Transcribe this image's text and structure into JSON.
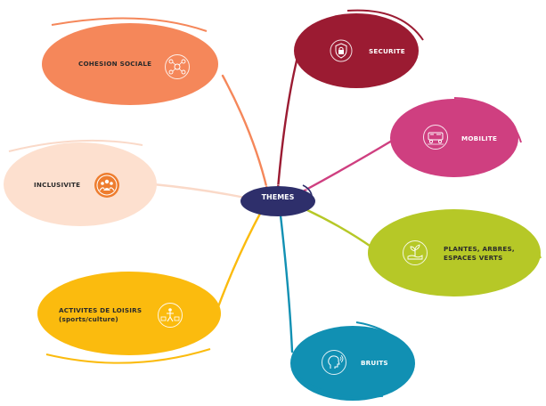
{
  "center": {
    "label": "THEMES",
    "color": "#2e2f6b"
  },
  "nodes": {
    "cohesion": {
      "label": "COHESION SOCIALE",
      "color": "#f5875a",
      "text_color": "#2b2b2b",
      "icon": "social-network-icon"
    },
    "inclusivite": {
      "label": "INCLUSIVITE",
      "color": "#fde0cf",
      "text_color": "#2b2b2b",
      "icon": "group-people-icon"
    },
    "loisirs": {
      "label_line1": "ACTIVITES DE LOISIRS",
      "label_line2": "(sports/culture)",
      "color": "#fbbb0e",
      "text_color": "#2b2b2b",
      "icon": "sports-culture-icon"
    },
    "securite": {
      "label": "SECURITE",
      "color": "#9b1b32",
      "text_color": "#ffffff",
      "icon": "lock-shield-icon"
    },
    "mobilite": {
      "label": "MOBILITE",
      "color": "#cf3f80",
      "text_color": "#ffffff",
      "icon": "transport-icon"
    },
    "plantes": {
      "label_line1": "PLANTES, ARBRES,",
      "label_line2": "ESPACES VERTS",
      "color": "#b6c827",
      "text_color": "#2b2b2b",
      "icon": "plant-hand-icon"
    },
    "bruits": {
      "label": "BRUITS",
      "color": "#1190b3",
      "text_color": "#ffffff",
      "icon": "noise-head-icon"
    }
  }
}
